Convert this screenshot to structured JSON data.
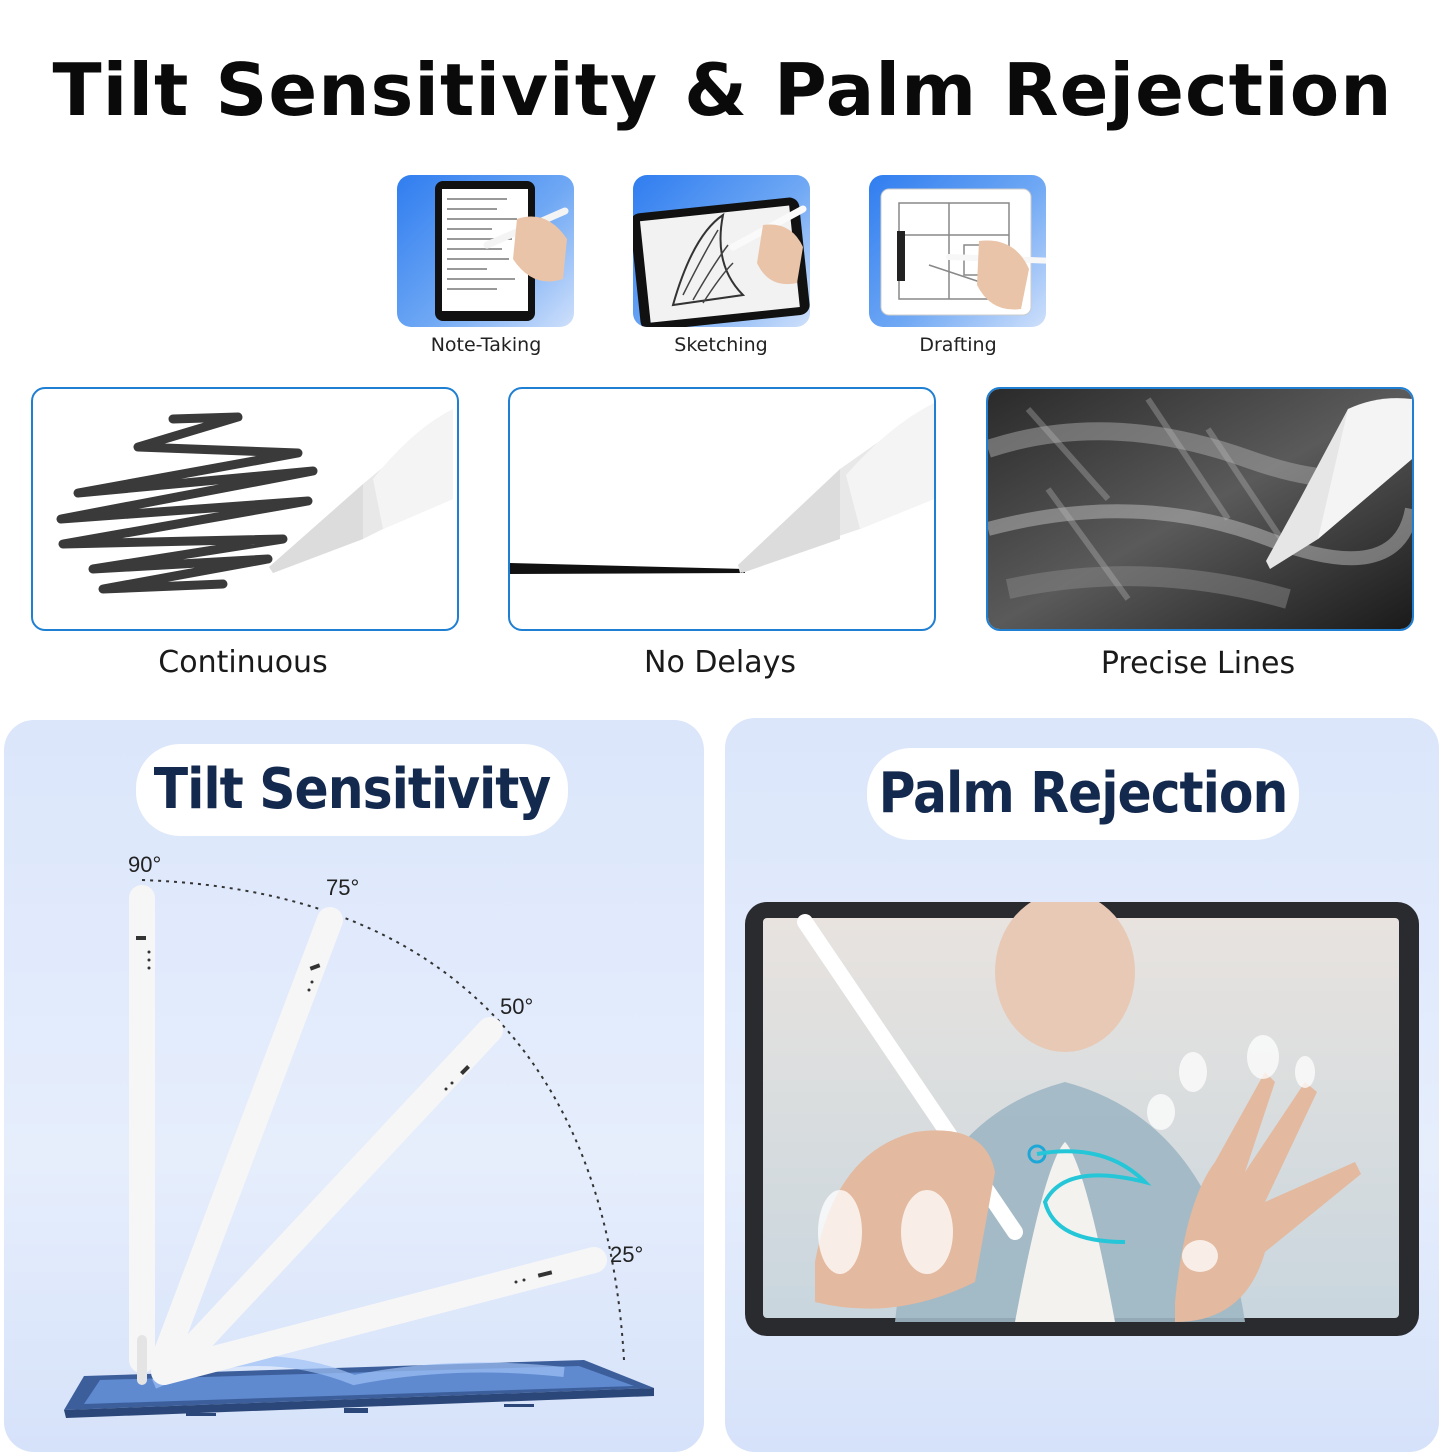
{
  "title": "Tilt Sensitivity & Palm Rejection",
  "use_cases": [
    {
      "label": "Note-Taking",
      "icon": "note-taking-tablet-icon"
    },
    {
      "label": "Sketching",
      "icon": "sketching-tablet-icon"
    },
    {
      "label": "Drafting",
      "icon": "drafting-tablet-icon"
    }
  ],
  "features": [
    {
      "label": "Continuous"
    },
    {
      "label": "No Delays"
    },
    {
      "label": "Precise Lines"
    }
  ],
  "tilt": {
    "heading": "Tilt Sensitivity",
    "angles": [
      "90°",
      "75°",
      "50°",
      "25°"
    ]
  },
  "palm": {
    "heading": "Palm Rejection"
  },
  "colors": {
    "accent": "#1f7fd2",
    "heading_text": "#13294e",
    "panel_bg": "#dbe6fb",
    "stroke_cyan": "#25c6d8"
  }
}
